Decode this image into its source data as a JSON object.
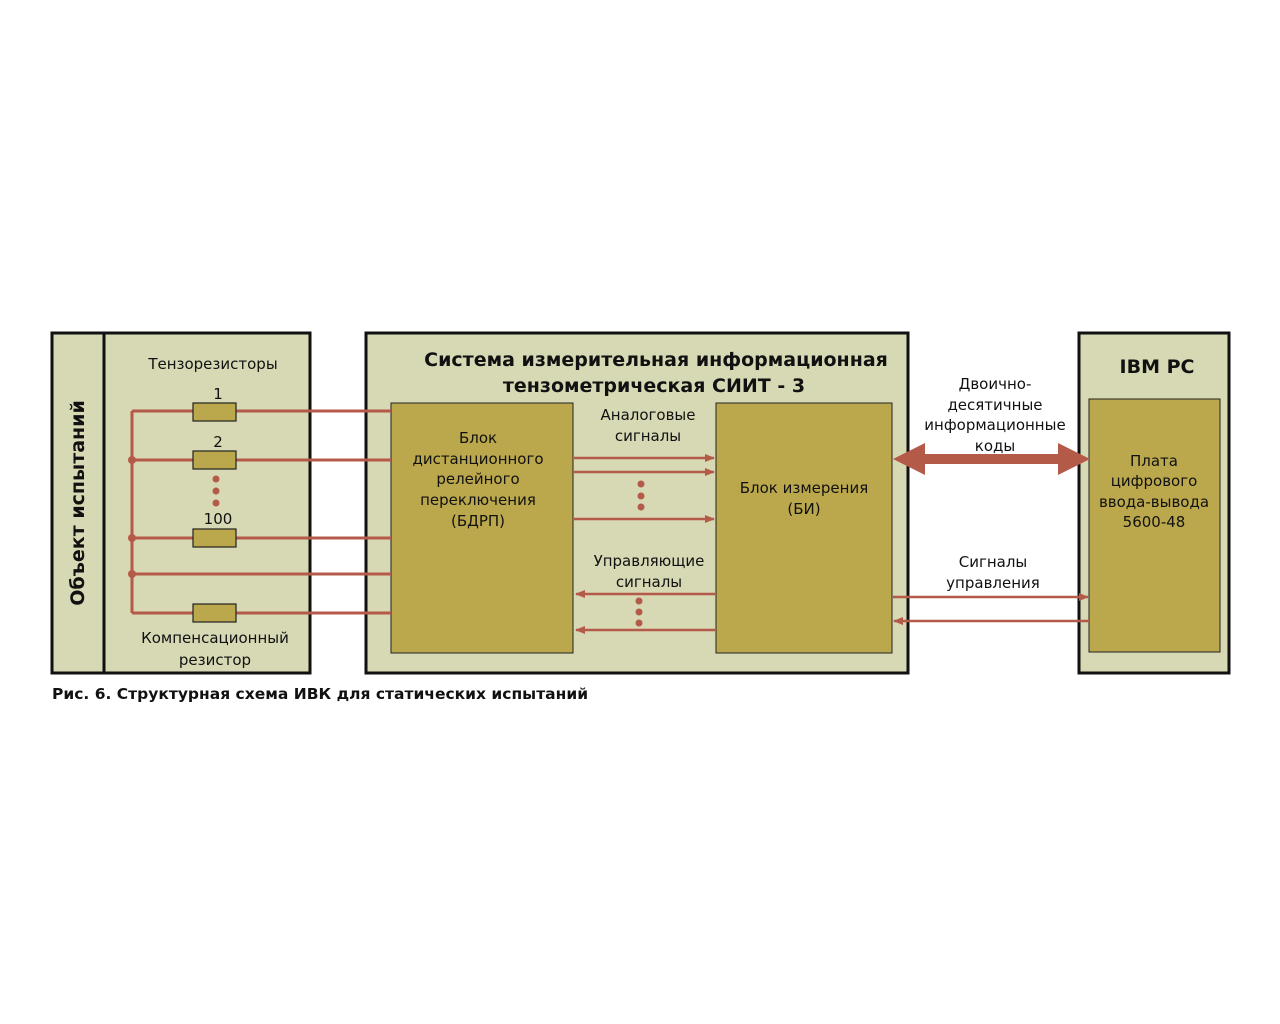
{
  "object_panel": {
    "title": "Объект испытаний",
    "resistors_label": "Тензорезисторы",
    "resistor_numbers": [
      "1",
      "2",
      "100"
    ],
    "compensation_label": [
      "Компенсационный",
      "резистор"
    ]
  },
  "siit": {
    "title_lines": [
      "Система измерительная информационная",
      "тензометрическая СИИТ - 3"
    ],
    "bdrp_lines": [
      "Блок",
      "дистанционного",
      "релейного",
      "переключения",
      "(БДРП)"
    ],
    "bi_lines": [
      "Блок измерения",
      "(БИ)"
    ],
    "analog_label": [
      "Аналоговые",
      "сигналы"
    ],
    "control_label": [
      "Управляющие",
      "сигналы"
    ]
  },
  "link": {
    "codes_label": [
      "Двоично-",
      "десятичные",
      "информационные",
      "коды"
    ],
    "control_label": [
      "Сигналы",
      "управления"
    ]
  },
  "ibm_pc": {
    "title": "IBM PC",
    "board_lines": [
      "Плата",
      "цифрового",
      "ввода-вывода",
      "5600-48"
    ]
  },
  "caption": "Рис. 6. Структурная схема ИВК для статических испытаний",
  "colors": {
    "panel_fill": "#d7d8b4",
    "block_fill": "#bba84d",
    "wire": "#b45a48",
    "border": "#111111"
  }
}
